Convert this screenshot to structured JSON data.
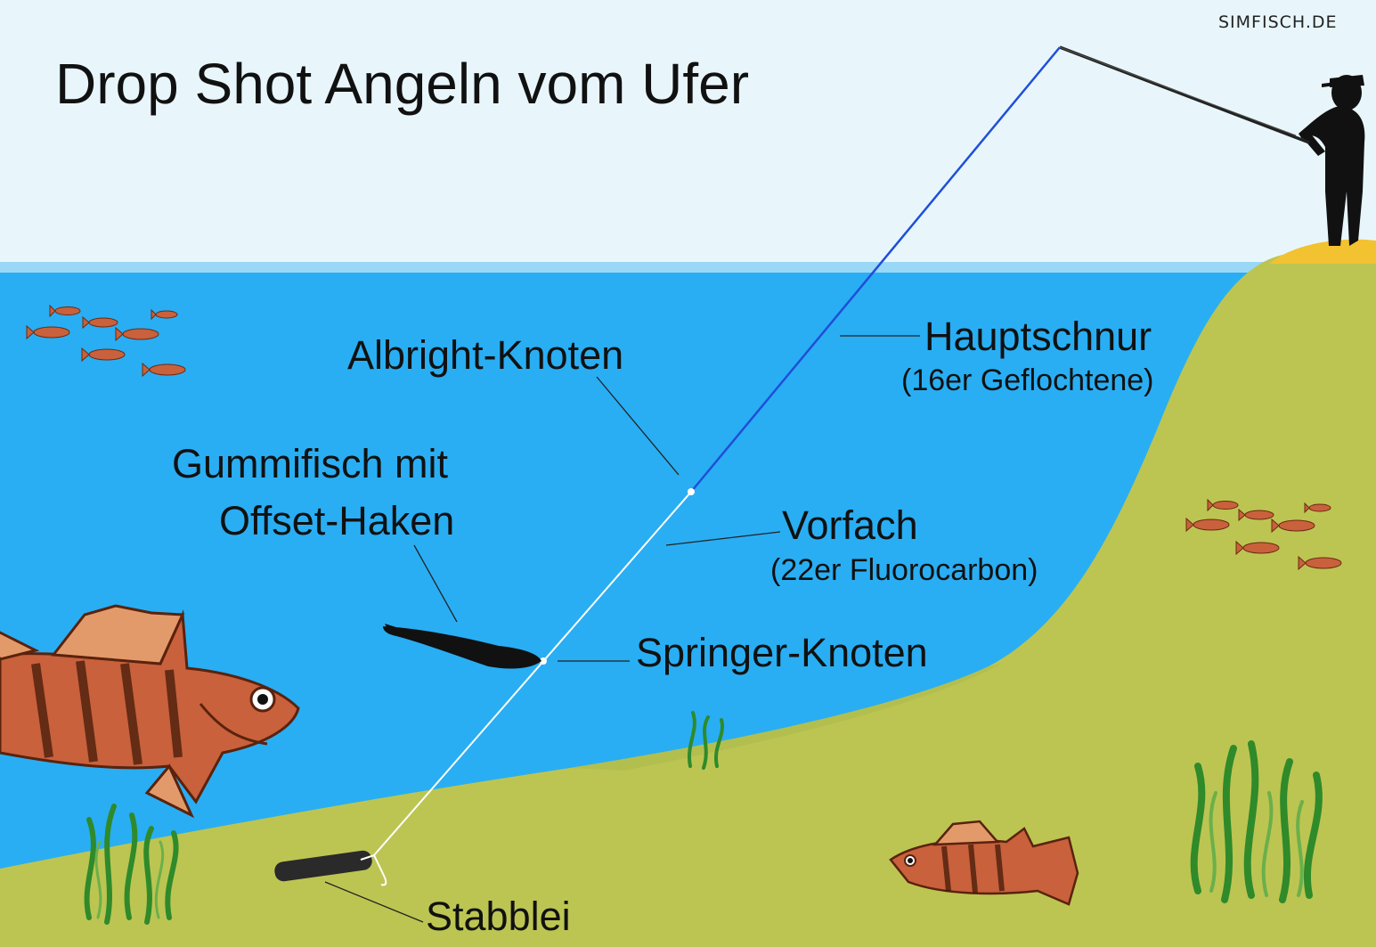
{
  "title": "Drop Shot Angeln vom Ufer",
  "watermark": "SIMFISCH.DE",
  "labels": {
    "albright": "Albright-Knoten",
    "hauptschnur": "Hauptschnur",
    "hauptschnur_detail": "(16er Geflochtene)",
    "gummifisch_line1": "Gummifisch mit",
    "gummifisch_line2": "Offset-Haken",
    "vorfach": "Vorfach",
    "vorfach_detail": "(22er Fluorocarbon)",
    "springer": "Springer-Knoten",
    "stabblei": "Stabblei"
  },
  "colors": {
    "sky": "#e8f6fc",
    "water": "#29aef3",
    "surface": "#9ad8f7",
    "ground": "#bcc552",
    "sand": "#f2c230",
    "main_line": "#1f4fd8",
    "leader": "#ffffff",
    "plants": "#2f8a2a",
    "fish": "#c8613c"
  }
}
